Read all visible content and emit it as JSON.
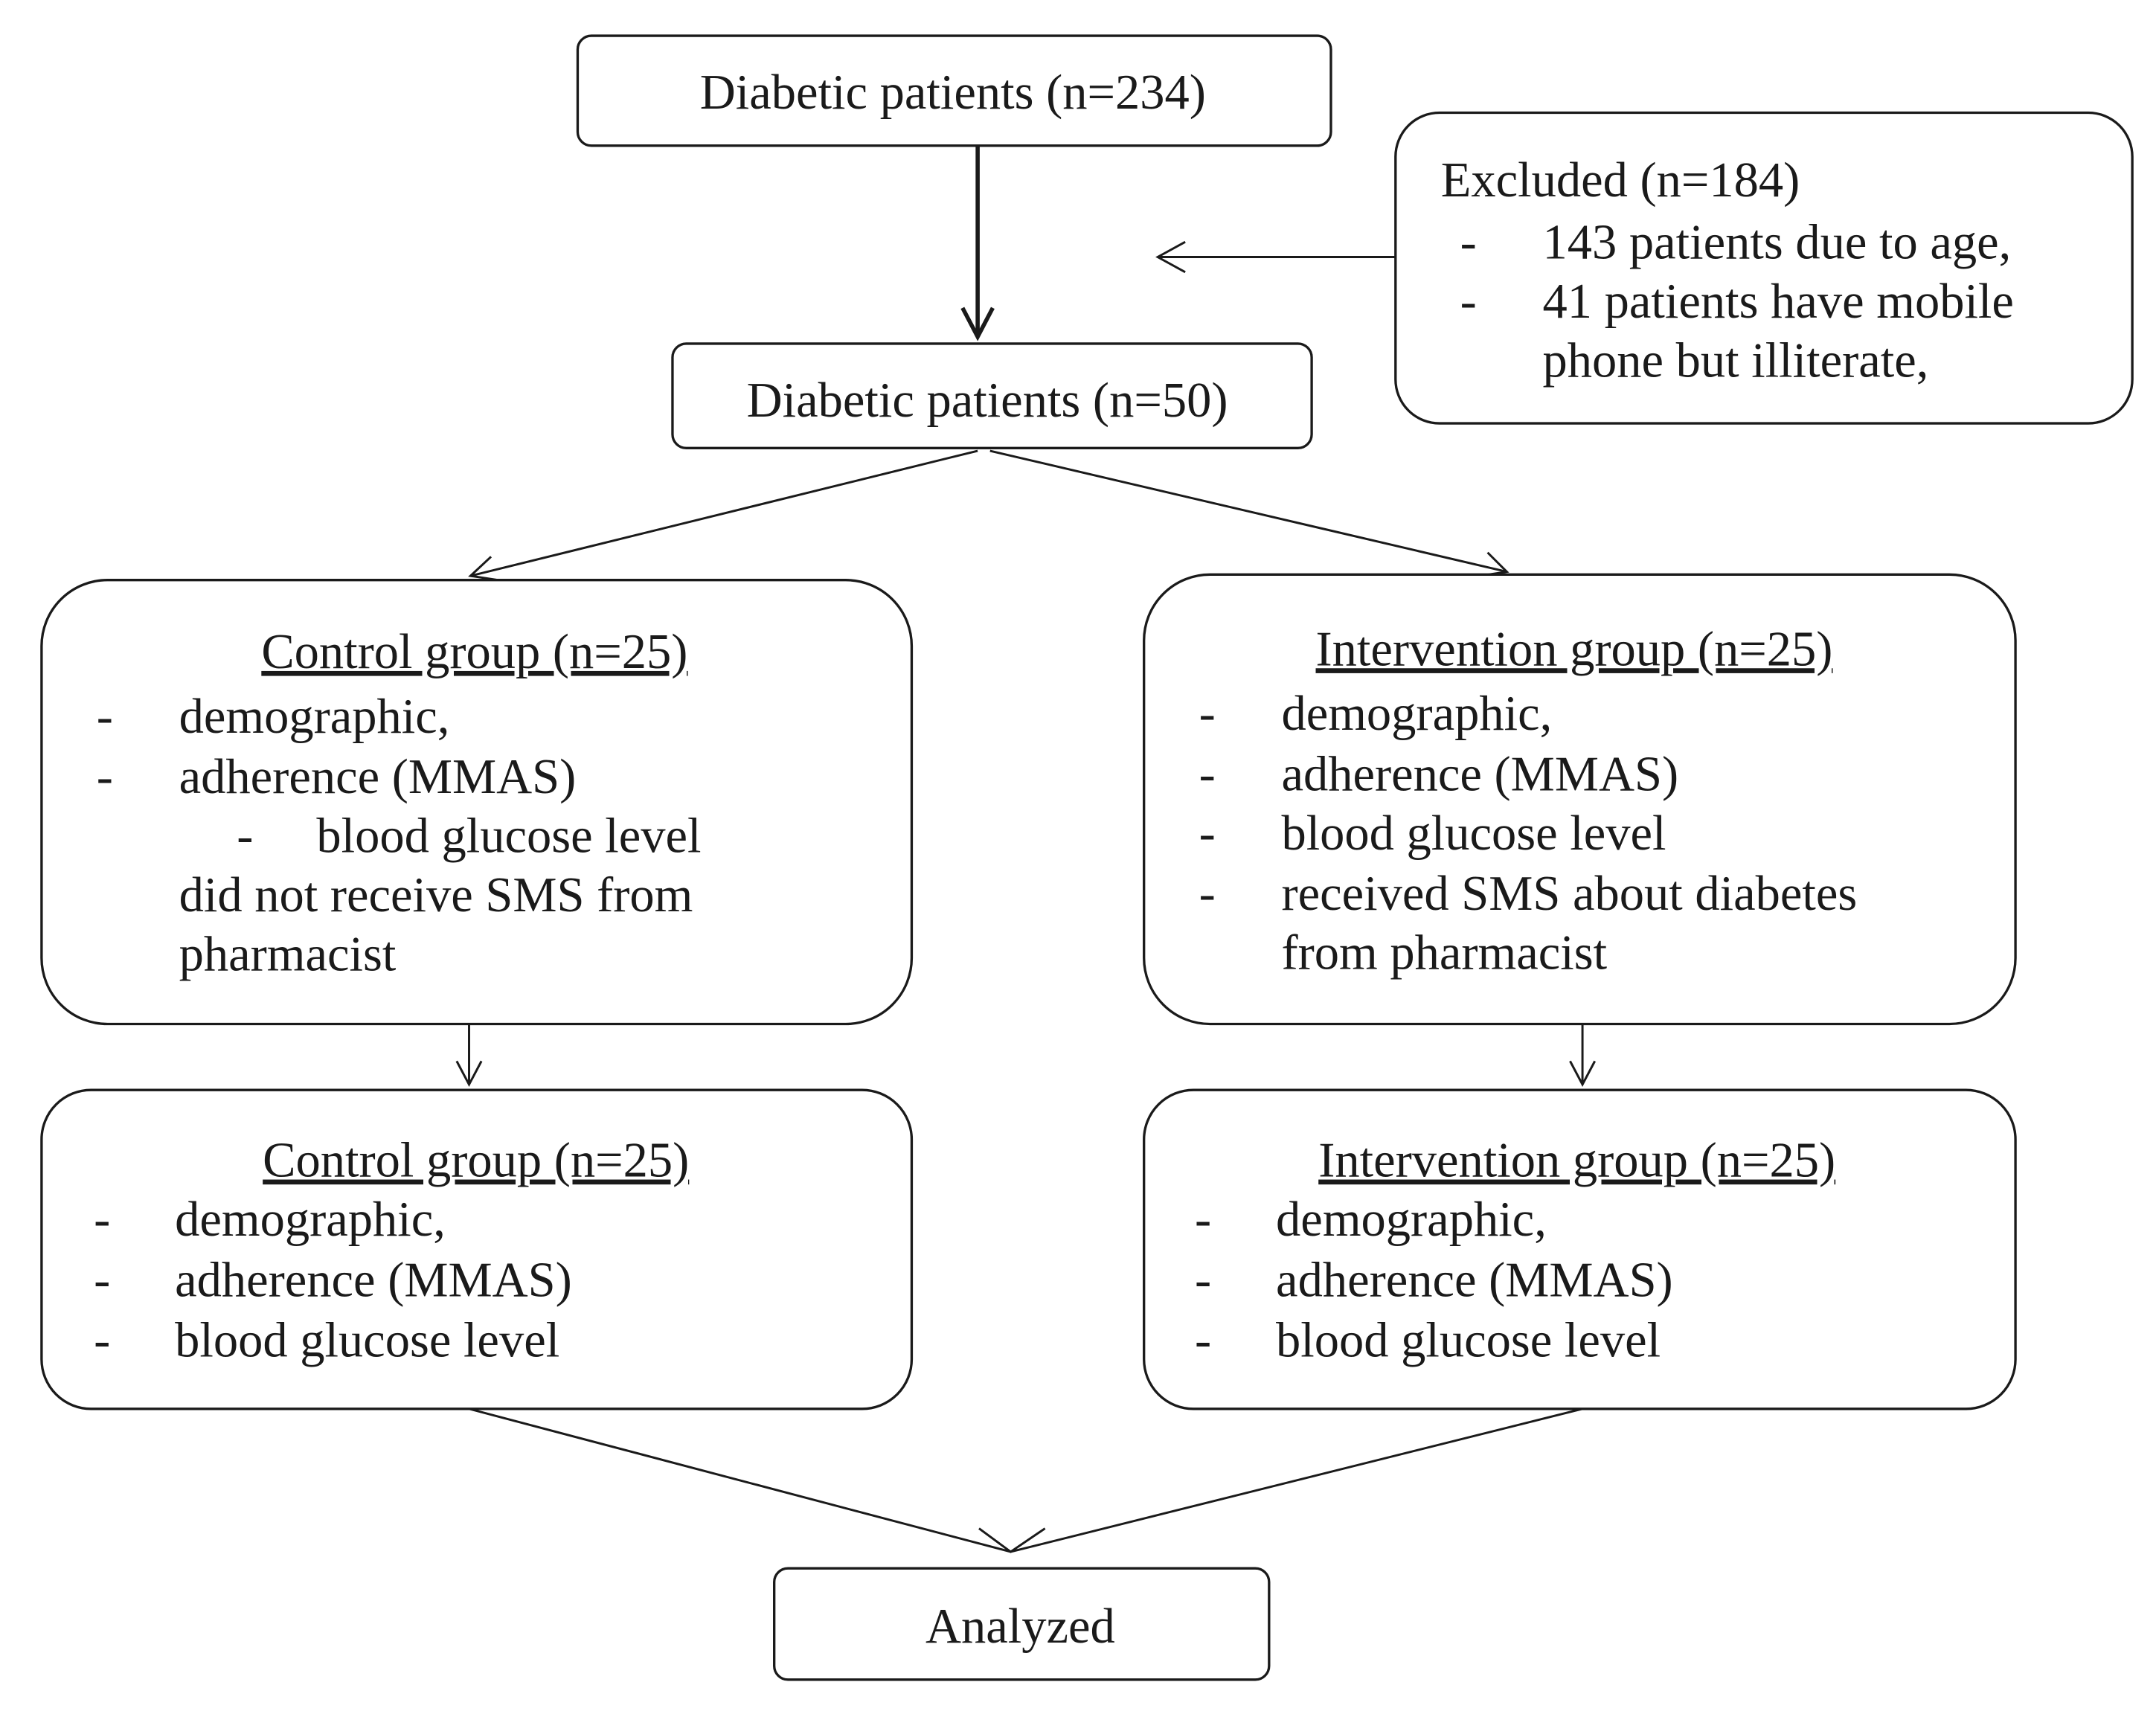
{
  "flowchart": {
    "top": {
      "label": "Diabetic patients  (n=234)"
    },
    "excluded": {
      "title": "Excluded (n=184)",
      "items": [
        "143 patients  due to age,",
        "41 patients have  mobile",
        "phone but illiterate,"
      ],
      "bullet": "-"
    },
    "enrolled": {
      "label": "Diabetic patients (n=50)"
    },
    "control_pre": {
      "title": "Control group (n=25)",
      "items": [
        "demographic,",
        "adherence (MMAS)",
        "blood glucose level",
        "did not receive SMS from",
        "pharmacist"
      ]
    },
    "intervention_pre": {
      "title": "Intervention group (n=25)",
      "items": [
        "demographic,",
        "adherence (MMAS)",
        "blood glucose level",
        "received SMS about diabetes",
        "from pharmacist"
      ]
    },
    "control_post": {
      "title": "Control group (n=25)",
      "items": [
        "demographic,",
        "adherence (MMAS)",
        "blood glucose level"
      ]
    },
    "intervention_post": {
      "title": "Intervention group (n=25)",
      "items": [
        "demographic,",
        "adherence (MMAS)",
        "blood glucose level"
      ]
    },
    "final": {
      "label": "Analyzed"
    }
  }
}
